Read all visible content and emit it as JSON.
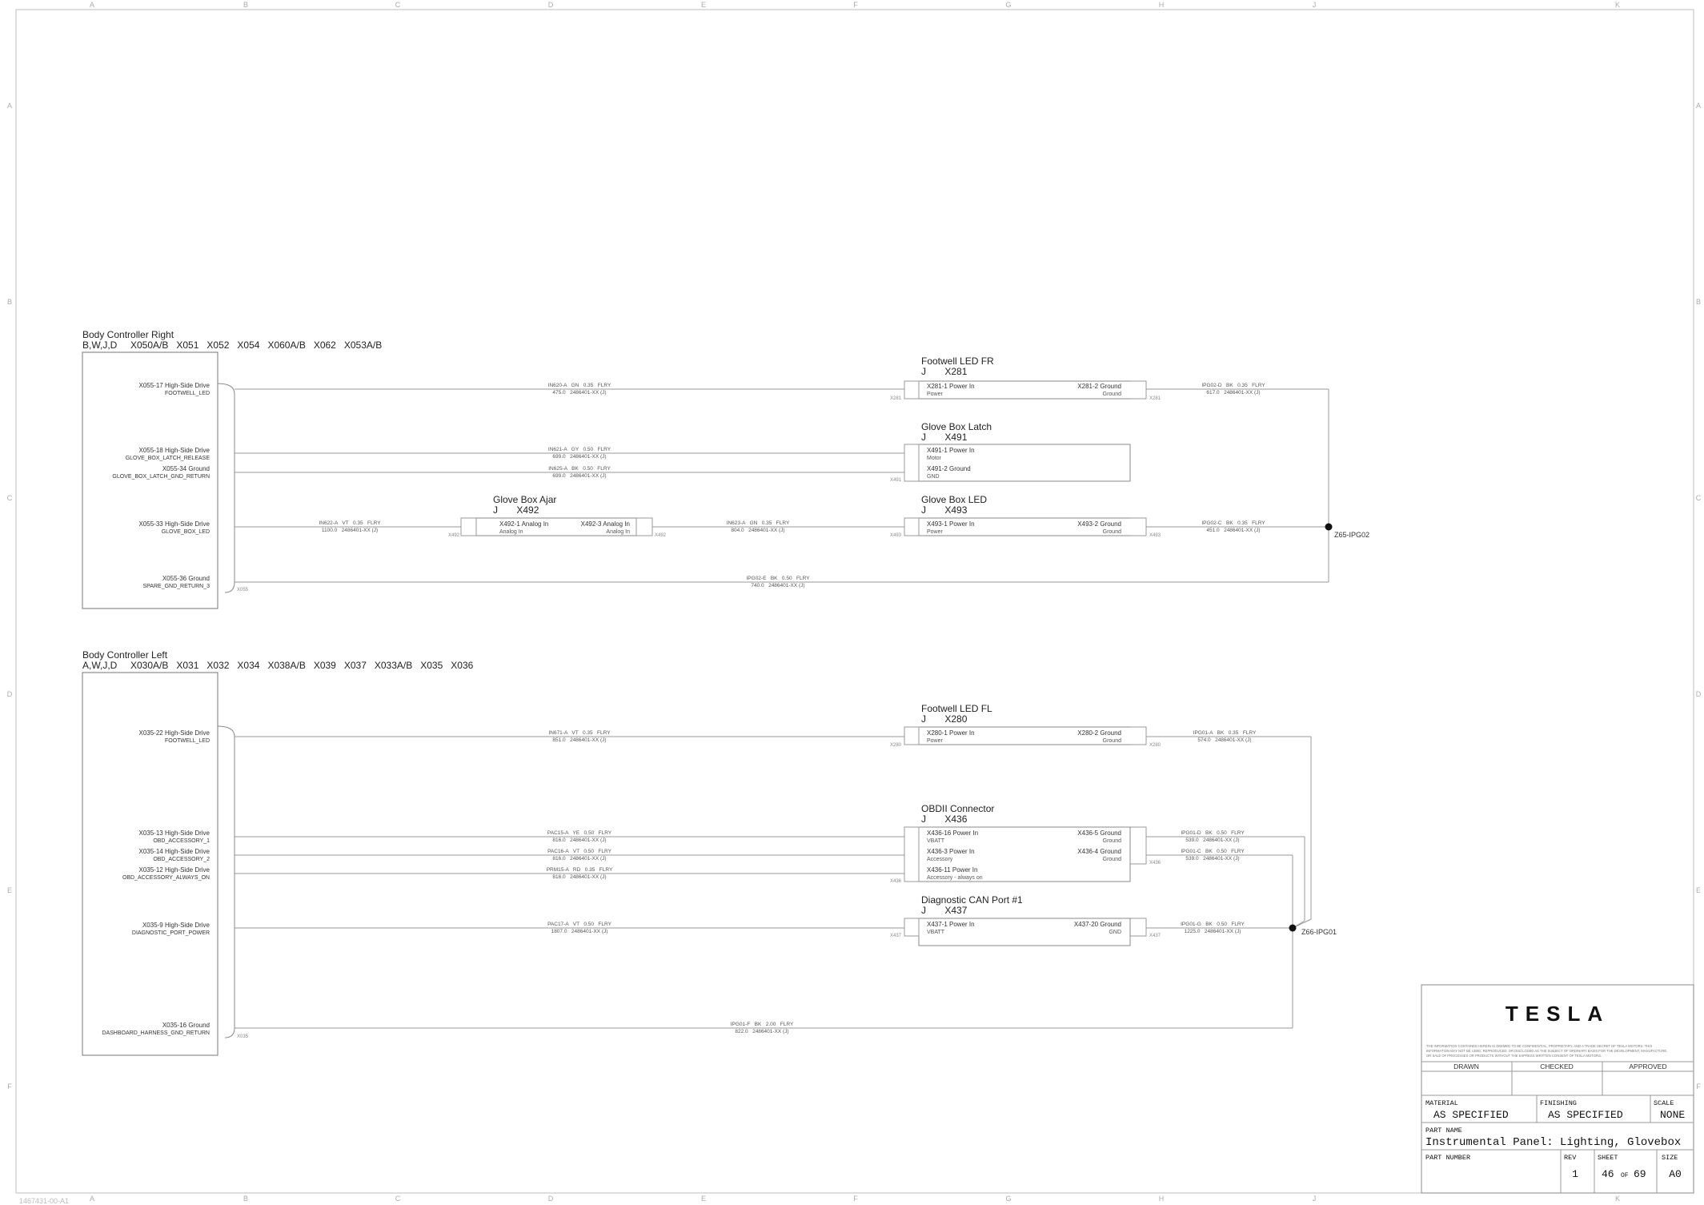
{
  "sheet_cols": [
    "A",
    "B",
    "C",
    "D",
    "E",
    "F",
    "G",
    "H",
    "J",
    "K"
  ],
  "sheet_rows": [
    "A",
    "B",
    "C",
    "D",
    "E",
    "F"
  ],
  "controllers": [
    {
      "title": "Body Controller Right",
      "variants": "B,W,J,D",
      "connectors": "X050A/B   X051   X052   X054   X060A/B   X062   X053A/B",
      "pins": [
        {
          "pin": "X055-17 High-Side Drive",
          "signal": "FOOTWELL_LED"
        },
        {
          "pin": "X055-18 High-Side Drive",
          "signal": "GLOVE_BOX_LATCH_RELEASE"
        },
        {
          "pin": "X055-34 Ground",
          "signal": "GLOVE_BOX_LATCH_GND_RETURN"
        },
        {
          "pin": "X055-33 High-Side Drive",
          "signal": "GLOVE_BOX_LED"
        },
        {
          "pin": "X055-36 Ground",
          "signal": "SPARE_GND_RETURN_3"
        }
      ],
      "tag": "X055"
    },
    {
      "title": "Body Controller Left",
      "variants": "A,W,J,D",
      "connectors": "X030A/B   X031   X032   X034   X038A/B   X039   X037   X033A/B   X035   X036",
      "pins": [
        {
          "pin": "X035-22 High-Side Drive",
          "signal": "FOOTWELL_LED"
        },
        {
          "pin": "X035-13 High-Side Drive",
          "signal": "OBD_ACCESSORY_1"
        },
        {
          "pin": "X035-14 High-Side Drive",
          "signal": "OBD_ACCESSORY_2"
        },
        {
          "pin": "X035-12 High-Side Drive",
          "signal": "OBD_ACCESSORY_ALWAYS_ON"
        },
        {
          "pin": "X035-9 High-Side Drive",
          "signal": "DIAGNOSTIC_PORT_POWER"
        },
        {
          "pin": "X035-16 Ground",
          "signal": "DASHBOARD_HARNESS_GND_RETURN"
        }
      ],
      "tag": "X035"
    }
  ],
  "components": [
    {
      "title": "Footwell LED FR",
      "ref": "J       X281",
      "in_pin": "X281-1 Power In",
      "in_sub": "Power",
      "out_pin": "X281-2 Ground",
      "out_sub": "Ground",
      "tag": "X281"
    },
    {
      "title": "Glove Box Latch",
      "ref": "J       X491",
      "in_pin": "X491-1 Power In",
      "in_sub": "Motor",
      "in_pin2": "X491-2 Ground",
      "in_sub2": "GND",
      "tag": "X491"
    },
    {
      "title": "Glove Box Ajar",
      "ref": "J       X492",
      "in_pin": "X492-1 Analog In",
      "in_sub": "Analog In",
      "out_pin": "X492-3 Analog In",
      "out_sub": "Analog In",
      "tag": "X492"
    },
    {
      "title": "Glove Box LED",
      "ref": "J       X493",
      "in_pin": "X493-1 Power In",
      "in_sub": "Power",
      "out_pin": "X493-2 Ground",
      "out_sub": "Ground",
      "tag": "X493"
    },
    {
      "title": "Footwell LED FL",
      "ref": "J       X280",
      "in_pin": "X280-1 Power In",
      "in_sub": "Power",
      "out_pin": "X280-2 Ground",
      "out_sub": "Ground",
      "tag": "X280"
    },
    {
      "title": "OBDII Connector",
      "ref": "J       X436",
      "in_pin": "X436-16 Power In",
      "in_sub": "VBATT",
      "in_pin2": "X436-3 Power In",
      "in_sub2": "Accessory",
      "in_pin3": "X436-11 Power In",
      "in_sub3": "Accessory - always on",
      "out_pin": "X436-5 Ground",
      "out_sub": "Ground",
      "out_pin2": "X436-4 Ground",
      "out_sub2": "Ground",
      "tag": "X436"
    },
    {
      "title": "Diagnostic CAN Port #1",
      "ref": "J       X437",
      "in_pin": "X437-1 Power In",
      "in_sub": "VBATT",
      "out_pin": "X437-20 Ground",
      "out_sub": "GND",
      "tag": "X437"
    }
  ],
  "wires": [
    {
      "l1": "IN620-A   GN   0.35   FLRY",
      "l2": "475.0   2486401-XX (J)"
    },
    {
      "l1": "IN621-A   GY   0.50   FLRY",
      "l2": "699.0   2486401-XX (J)"
    },
    {
      "l1": "IN625-A   BK   0.50   FLRY",
      "l2": "699.0   2486401-XX (J)"
    },
    {
      "l1": "IN622-A   VT   0.35   FLRY",
      "l2": "1100.0   2486401-XX (J)"
    },
    {
      "l1": "IN623-A   GN   0.35   FLRY",
      "l2": "804.0   2486401-XX (J)"
    },
    {
      "l1": "IPG02-E   BK   0.50   FLRY",
      "l2": "740.0   2486401-XX (J)"
    },
    {
      "l1": "IPG02-D   BK   0.35   FLRY",
      "l2": "617.0   2486401-XX (J)"
    },
    {
      "l1": "IPG02-C   BK   0.35   FLRY",
      "l2": "451.0   2486401-XX (J)"
    },
    {
      "l1": "IN671-A   VT   0.35   FLRY",
      "l2": "851.0   2486401-XX (J)"
    },
    {
      "l1": "PAC15-A   YE   0.50   FLRY",
      "l2": "816.0   2486401-XX (J)"
    },
    {
      "l1": "PAC16-A   VT   0.50   FLRY",
      "l2": "816.0   2486401-XX (J)"
    },
    {
      "l1": "PRM15-A   RD   0.35   FLRY",
      "l2": "816.0   2486401-XX (J)"
    },
    {
      "l1": "PAC17-A   VT   0.50   FLRY",
      "l2": "1807.0   2486401-XX (J)"
    },
    {
      "l1": "IPG01-F   BK   2.00   FLRY",
      "l2": "822.0   2486401-XX (J)"
    },
    {
      "l1": "IPG01-A   BK   0.35   FLRY",
      "l2": "574.0   2486401-XX (J)"
    },
    {
      "l1": "IPG01-D   BK   0.50   FLRY",
      "l2": "539.0   2486401-XX (J)"
    },
    {
      "l1": "IPG01-C   BK   0.50   FLRY",
      "l2": "539.0   2486401-XX (J)"
    },
    {
      "l1": "IPG01-G   BK   0.50   FLRY",
      "l2": "1225.0   2486401-XX (J)"
    }
  ],
  "splices": [
    "Z65-IPG02",
    "Z66-IPG01"
  ],
  "titleblock": {
    "brand": "TESLA",
    "disclaimer1": "THE INFORMATION CONTAINED HEREIN IS DEEMED TO BE CONFIDENTIAL, PROPRIETARY, AND A TRADE SECRET OF TESLA MOTORS. THIS",
    "disclaimer2": "INFORMATION MAY NOT BE USED, REPRODUCED, OR DISCLOSED AS THE SUBJECT OF ORDINARY BASIS FOR THE DEVELOPMENT, MANUFACTURE,",
    "disclaimer3": "OR SALE OF PROCESSES OR PRODUCTS WITHOUT THE EXPRESS WRITTEN CONSENT OF TESLA MOTORS.",
    "drawn": "DRAWN",
    "checked": "CHECKED",
    "approved": "APPROVED",
    "material_label": "MATERIAL",
    "material": "AS SPECIFIED",
    "finishing_label": "FINISHING",
    "finishing": "AS SPECIFIED",
    "scale_label": "SCALE",
    "scale": "NONE",
    "partname_label": "PART NAME",
    "partname": "Instrumental Panel: Lighting, Glovebox",
    "partnumber_label": "PART NUMBER",
    "rev_label": "REV",
    "rev": "1",
    "sheet_label": "SHEET",
    "sheet_no": "46",
    "sheet_of": "OF",
    "sheet_total": "69",
    "size_label": "SIZE",
    "size": "A0"
  },
  "footer_code": "1467431-00-A1"
}
